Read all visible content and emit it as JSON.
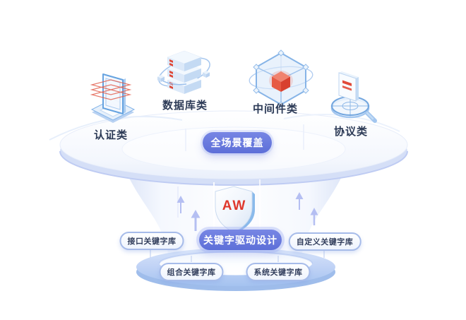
{
  "scene": {
    "platform_badge": "全场景覆盖",
    "categories": [
      {
        "label": "认证类",
        "icon": "authentication-scanner-icon"
      },
      {
        "label": "数据库类",
        "icon": "database-stack-icon"
      },
      {
        "label": "中间件类",
        "icon": "middleware-cube-icon"
      },
      {
        "label": "协议类",
        "icon": "protocol-doc-search-icon"
      }
    ],
    "shield_text": "AW",
    "design_badge": "关键字驱动设计",
    "keyword_libraries": [
      {
        "label": "接口关键字库"
      },
      {
        "label": "组合关键字库"
      },
      {
        "label": "系统关键字库"
      },
      {
        "label": "自定义关键字库"
      }
    ],
    "colors": {
      "badge_blue": "#6274DB",
      "accent_red": "#E0392E",
      "icon_blue": "#6FA8E2",
      "ring_blue": "#AEC9F2",
      "platform_rim": "#BFCCF3",
      "text_dark": "#2C3A56"
    }
  }
}
